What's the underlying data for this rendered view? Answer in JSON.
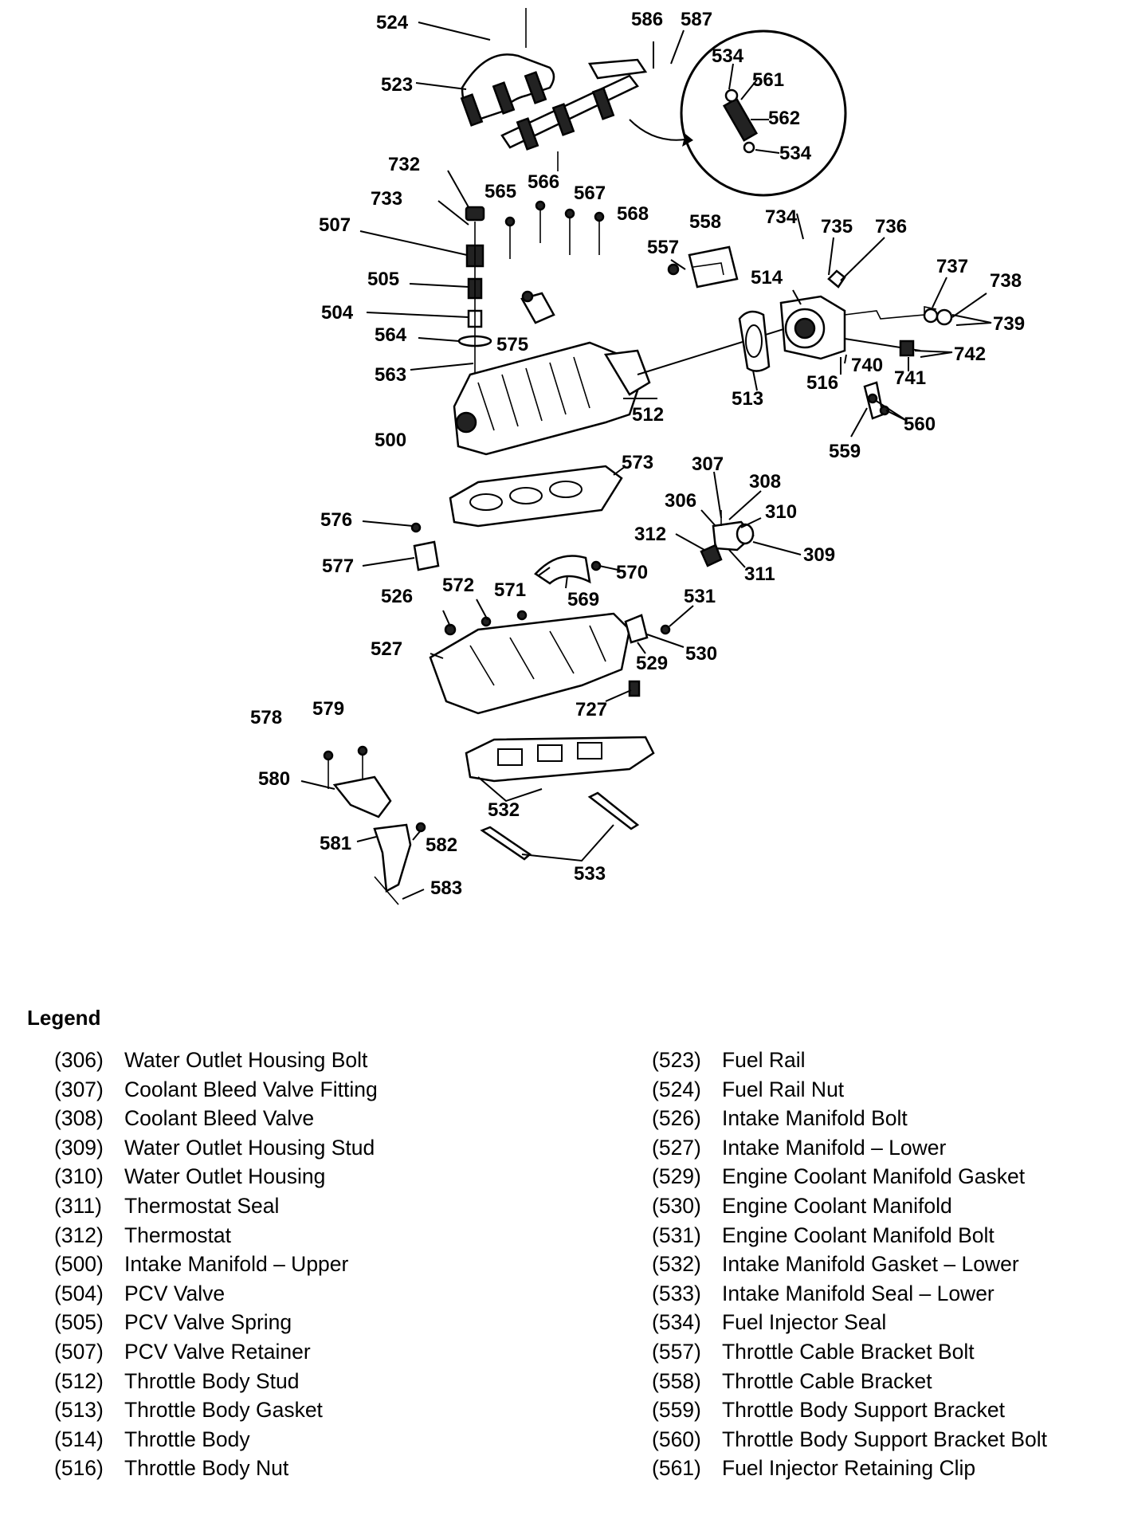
{
  "callouts": [
    {
      "id": "c524",
      "text": "524"
    },
    {
      "id": "c523",
      "text": "523"
    },
    {
      "id": "c586",
      "text": "586"
    },
    {
      "id": "c587",
      "text": "587"
    },
    {
      "id": "c534a",
      "text": "534"
    },
    {
      "id": "c561",
      "text": "561"
    },
    {
      "id": "c562",
      "text": "562"
    },
    {
      "id": "c534b",
      "text": "534"
    },
    {
      "id": "c732",
      "text": "732"
    },
    {
      "id": "c733",
      "text": "733"
    },
    {
      "id": "c507",
      "text": "507"
    },
    {
      "id": "c505",
      "text": "505"
    },
    {
      "id": "c504",
      "text": "504"
    },
    {
      "id": "c564",
      "text": "564"
    },
    {
      "id": "c563",
      "text": "563"
    },
    {
      "id": "c500",
      "text": "500"
    },
    {
      "id": "c565",
      "text": "565"
    },
    {
      "id": "c566",
      "text": "566"
    },
    {
      "id": "c567",
      "text": "567"
    },
    {
      "id": "c568",
      "text": "568"
    },
    {
      "id": "c575",
      "text": "575"
    },
    {
      "id": "c512",
      "text": "512"
    },
    {
      "id": "c558",
      "text": "558"
    },
    {
      "id": "c557",
      "text": "557"
    },
    {
      "id": "c734",
      "text": "734"
    },
    {
      "id": "c735",
      "text": "735"
    },
    {
      "id": "c736",
      "text": "736"
    },
    {
      "id": "c514",
      "text": "514"
    },
    {
      "id": "c737",
      "text": "737"
    },
    {
      "id": "c738",
      "text": "738"
    },
    {
      "id": "c739",
      "text": "739"
    },
    {
      "id": "c742",
      "text": "742"
    },
    {
      "id": "c740",
      "text": "740"
    },
    {
      "id": "c741",
      "text": "741"
    },
    {
      "id": "c513",
      "text": "513"
    },
    {
      "id": "c516",
      "text": "516"
    },
    {
      "id": "c560",
      "text": "560"
    },
    {
      "id": "c559",
      "text": "559"
    },
    {
      "id": "c573",
      "text": "573"
    },
    {
      "id": "c307",
      "text": "307"
    },
    {
      "id": "c308",
      "text": "308"
    },
    {
      "id": "c306",
      "text": "306"
    },
    {
      "id": "c310",
      "text": "310"
    },
    {
      "id": "c312",
      "text": "312"
    },
    {
      "id": "c309",
      "text": "309"
    },
    {
      "id": "c311",
      "text": "311"
    },
    {
      "id": "c576",
      "text": "576"
    },
    {
      "id": "c577",
      "text": "577"
    },
    {
      "id": "c572",
      "text": "572"
    },
    {
      "id": "c571",
      "text": "571"
    },
    {
      "id": "c570",
      "text": "570"
    },
    {
      "id": "c569",
      "text": "569"
    },
    {
      "id": "c526",
      "text": "526"
    },
    {
      "id": "c531",
      "text": "531"
    },
    {
      "id": "c527",
      "text": "527"
    },
    {
      "id": "c529",
      "text": "529"
    },
    {
      "id": "c530",
      "text": "530"
    },
    {
      "id": "c727",
      "text": "727"
    },
    {
      "id": "c578",
      "text": "578"
    },
    {
      "id": "c579",
      "text": "579"
    },
    {
      "id": "c580",
      "text": "580"
    },
    {
      "id": "c532",
      "text": "532"
    },
    {
      "id": "c581",
      "text": "581"
    },
    {
      "id": "c582",
      "text": "582"
    },
    {
      "id": "c583",
      "text": "583"
    },
    {
      "id": "c533",
      "text": "533"
    }
  ],
  "legend": {
    "title": "Legend",
    "left": [
      {
        "num": "(306)",
        "label": "Water Outlet Housing Bolt"
      },
      {
        "num": "(307)",
        "label": "Coolant Bleed Valve Fitting"
      },
      {
        "num": "(308)",
        "label": "Coolant Bleed Valve"
      },
      {
        "num": "(309)",
        "label": "Water Outlet Housing Stud"
      },
      {
        "num": "(310)",
        "label": "Water Outlet Housing"
      },
      {
        "num": "(311)",
        "label": "Thermostat Seal"
      },
      {
        "num": "(312)",
        "label": "Thermostat"
      },
      {
        "num": "(500)",
        "label": "Intake Manifold – Upper"
      },
      {
        "num": "(504)",
        "label": "PCV Valve"
      },
      {
        "num": "(505)",
        "label": "PCV Valve Spring"
      },
      {
        "num": "(507)",
        "label": "PCV Valve Retainer"
      },
      {
        "num": "(512)",
        "label": "Throttle Body Stud"
      },
      {
        "num": "(513)",
        "label": "Throttle Body Gasket"
      },
      {
        "num": "(514)",
        "label": "Throttle Body"
      },
      {
        "num": "(516)",
        "label": "Throttle Body Nut"
      }
    ],
    "right": [
      {
        "num": "(523)",
        "label": "Fuel Rail"
      },
      {
        "num": "(524)",
        "label": "Fuel Rail Nut"
      },
      {
        "num": "(526)",
        "label": "Intake Manifold Bolt"
      },
      {
        "num": "(527)",
        "label": "Intake Manifold – Lower"
      },
      {
        "num": "(529)",
        "label": "Engine Coolant Manifold Gasket"
      },
      {
        "num": "(530)",
        "label": "Engine Coolant Manifold"
      },
      {
        "num": "(531)",
        "label": "Engine Coolant Manifold Bolt"
      },
      {
        "num": "(532)",
        "label": "Intake Manifold Gasket – Lower"
      },
      {
        "num": "(533)",
        "label": "Intake Manifold Seal – Lower"
      },
      {
        "num": "(534)",
        "label": "Fuel Injector Seal"
      },
      {
        "num": "(557)",
        "label": "Throttle Cable Bracket Bolt"
      },
      {
        "num": "(558)",
        "label": "Throttle Cable Bracket"
      },
      {
        "num": "(559)",
        "label": "Throttle Body Support Bracket"
      },
      {
        "num": "(560)",
        "label": "Throttle Body Support Bracket Bolt"
      },
      {
        "num": "(561)",
        "label": "Fuel Injector Retaining Clip"
      }
    ]
  }
}
